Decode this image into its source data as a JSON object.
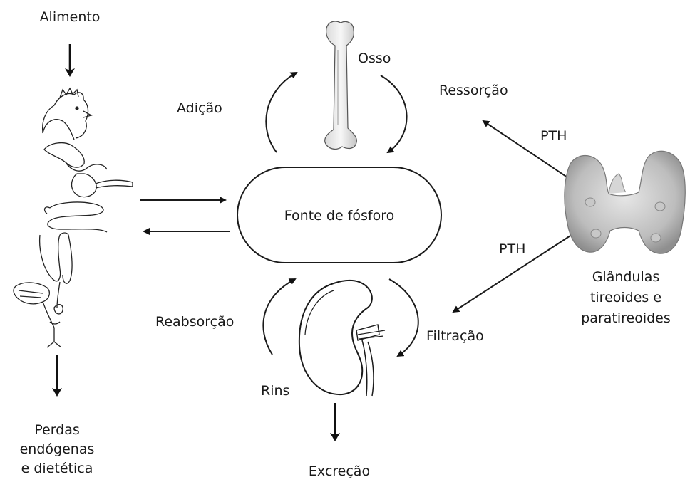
{
  "labels": {
    "food": "Alimento",
    "losses": [
      "Perdas",
      "endógenas",
      "e dietética"
    ],
    "bone": "Osso",
    "addition": "Adição",
    "resorption": "Ressorção",
    "pth_upper": "PTH",
    "pth_lower": "PTH",
    "source": "Fonte de fósforo",
    "glands": [
      "Glândulas",
      "tireoides e",
      "paratireoides"
    ],
    "reabsorption": "Reabsorção",
    "filtration": "Filtração",
    "kidneys": "Rins",
    "excretion": "Excreção"
  },
  "icons": {
    "bird": "chicken-digestive-tract-icon",
    "bone": "femur-bone-icon",
    "kidney": "kidney-icon",
    "thyroid": "thyroid-gland-icon"
  }
}
